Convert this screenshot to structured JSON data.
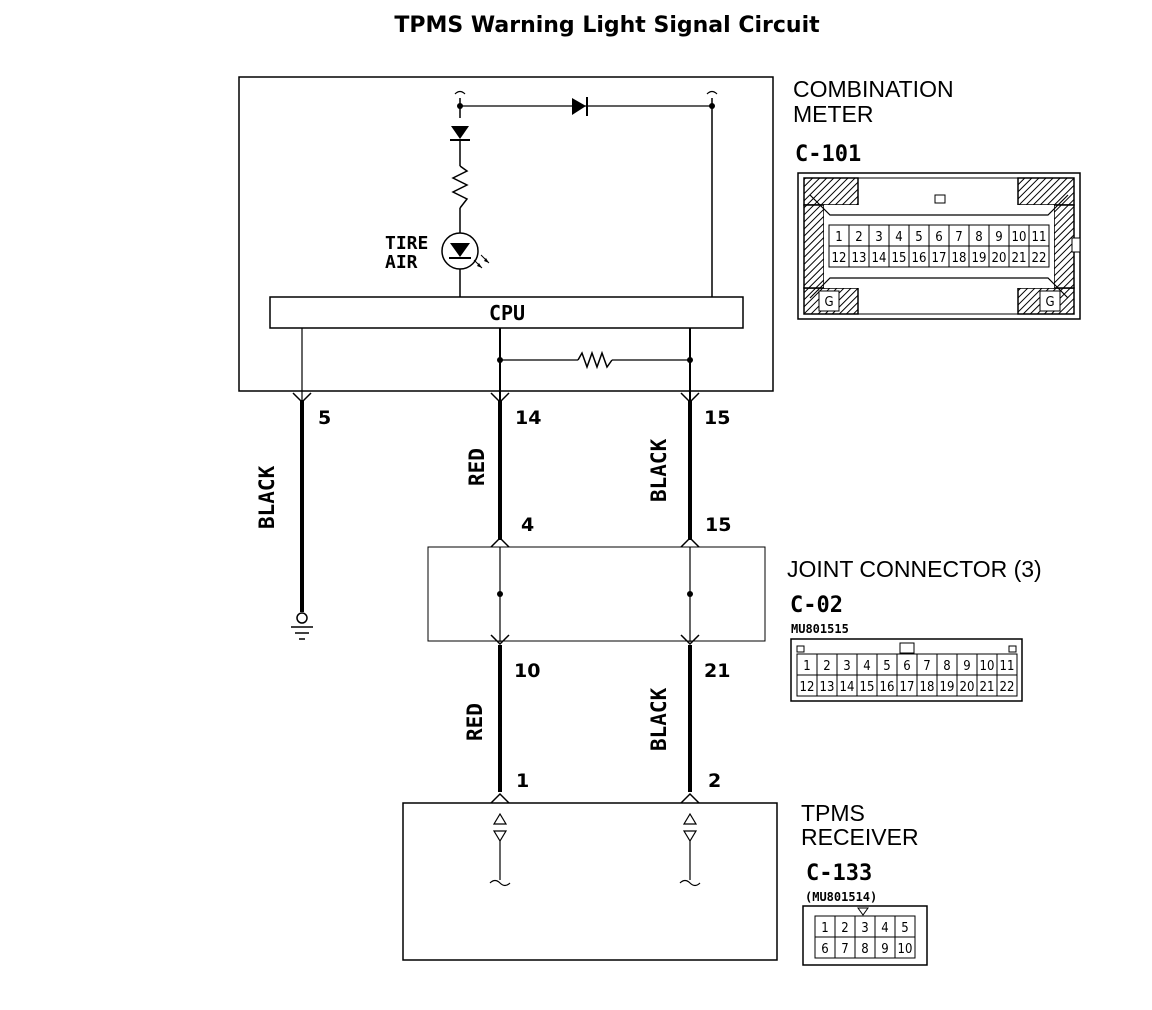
{
  "title": "TPMS Warning Light Signal Circuit",
  "combination_meter": {
    "name_line1": "COMBINATION",
    "name_line2": "METER",
    "code": "C-101",
    "cpu_label": "CPU",
    "lamp_label_line1": "TIRE",
    "lamp_label_line2": "AIR",
    "ground_mark": "G",
    "pins_row1": [
      "1",
      "2",
      "3",
      "4",
      "5",
      "6",
      "7",
      "8",
      "9",
      "10",
      "11"
    ],
    "pins_row2": [
      "12",
      "13",
      "14",
      "15",
      "16",
      "17",
      "18",
      "19",
      "20",
      "21",
      "22"
    ]
  },
  "joint_connector": {
    "name": "JOINT CONNECTOR (3)",
    "code": "C-02",
    "part": "MU801515",
    "pins_row1": [
      "1",
      "2",
      "3",
      "4",
      "5",
      "6",
      "7",
      "8",
      "9",
      "10",
      "11"
    ],
    "pins_row2": [
      "12",
      "13",
      "14",
      "15",
      "16",
      "17",
      "18",
      "19",
      "20",
      "21",
      "22"
    ]
  },
  "tpms_receiver": {
    "name_line1": "TPMS",
    "name_line2": "RECEIVER",
    "code": "C-133",
    "part": "(MU801514)",
    "pins_row1": [
      "1",
      "2",
      "3",
      "4",
      "5"
    ],
    "pins_row2": [
      "6",
      "7",
      "8",
      "9",
      "10"
    ]
  },
  "wires": {
    "meter_pin_a": "5",
    "meter_pin_b": "14",
    "meter_pin_c": "15",
    "joint_in_a": "4",
    "joint_in_b": "15",
    "joint_out_a": "10",
    "joint_out_b": "21",
    "receiver_pin_a": "1",
    "receiver_pin_b": "2",
    "color_ground": "BLACK",
    "color_upper_a": "RED",
    "color_upper_b": "BLACK",
    "color_lower_a": "RED",
    "color_lower_b": "BLACK"
  }
}
